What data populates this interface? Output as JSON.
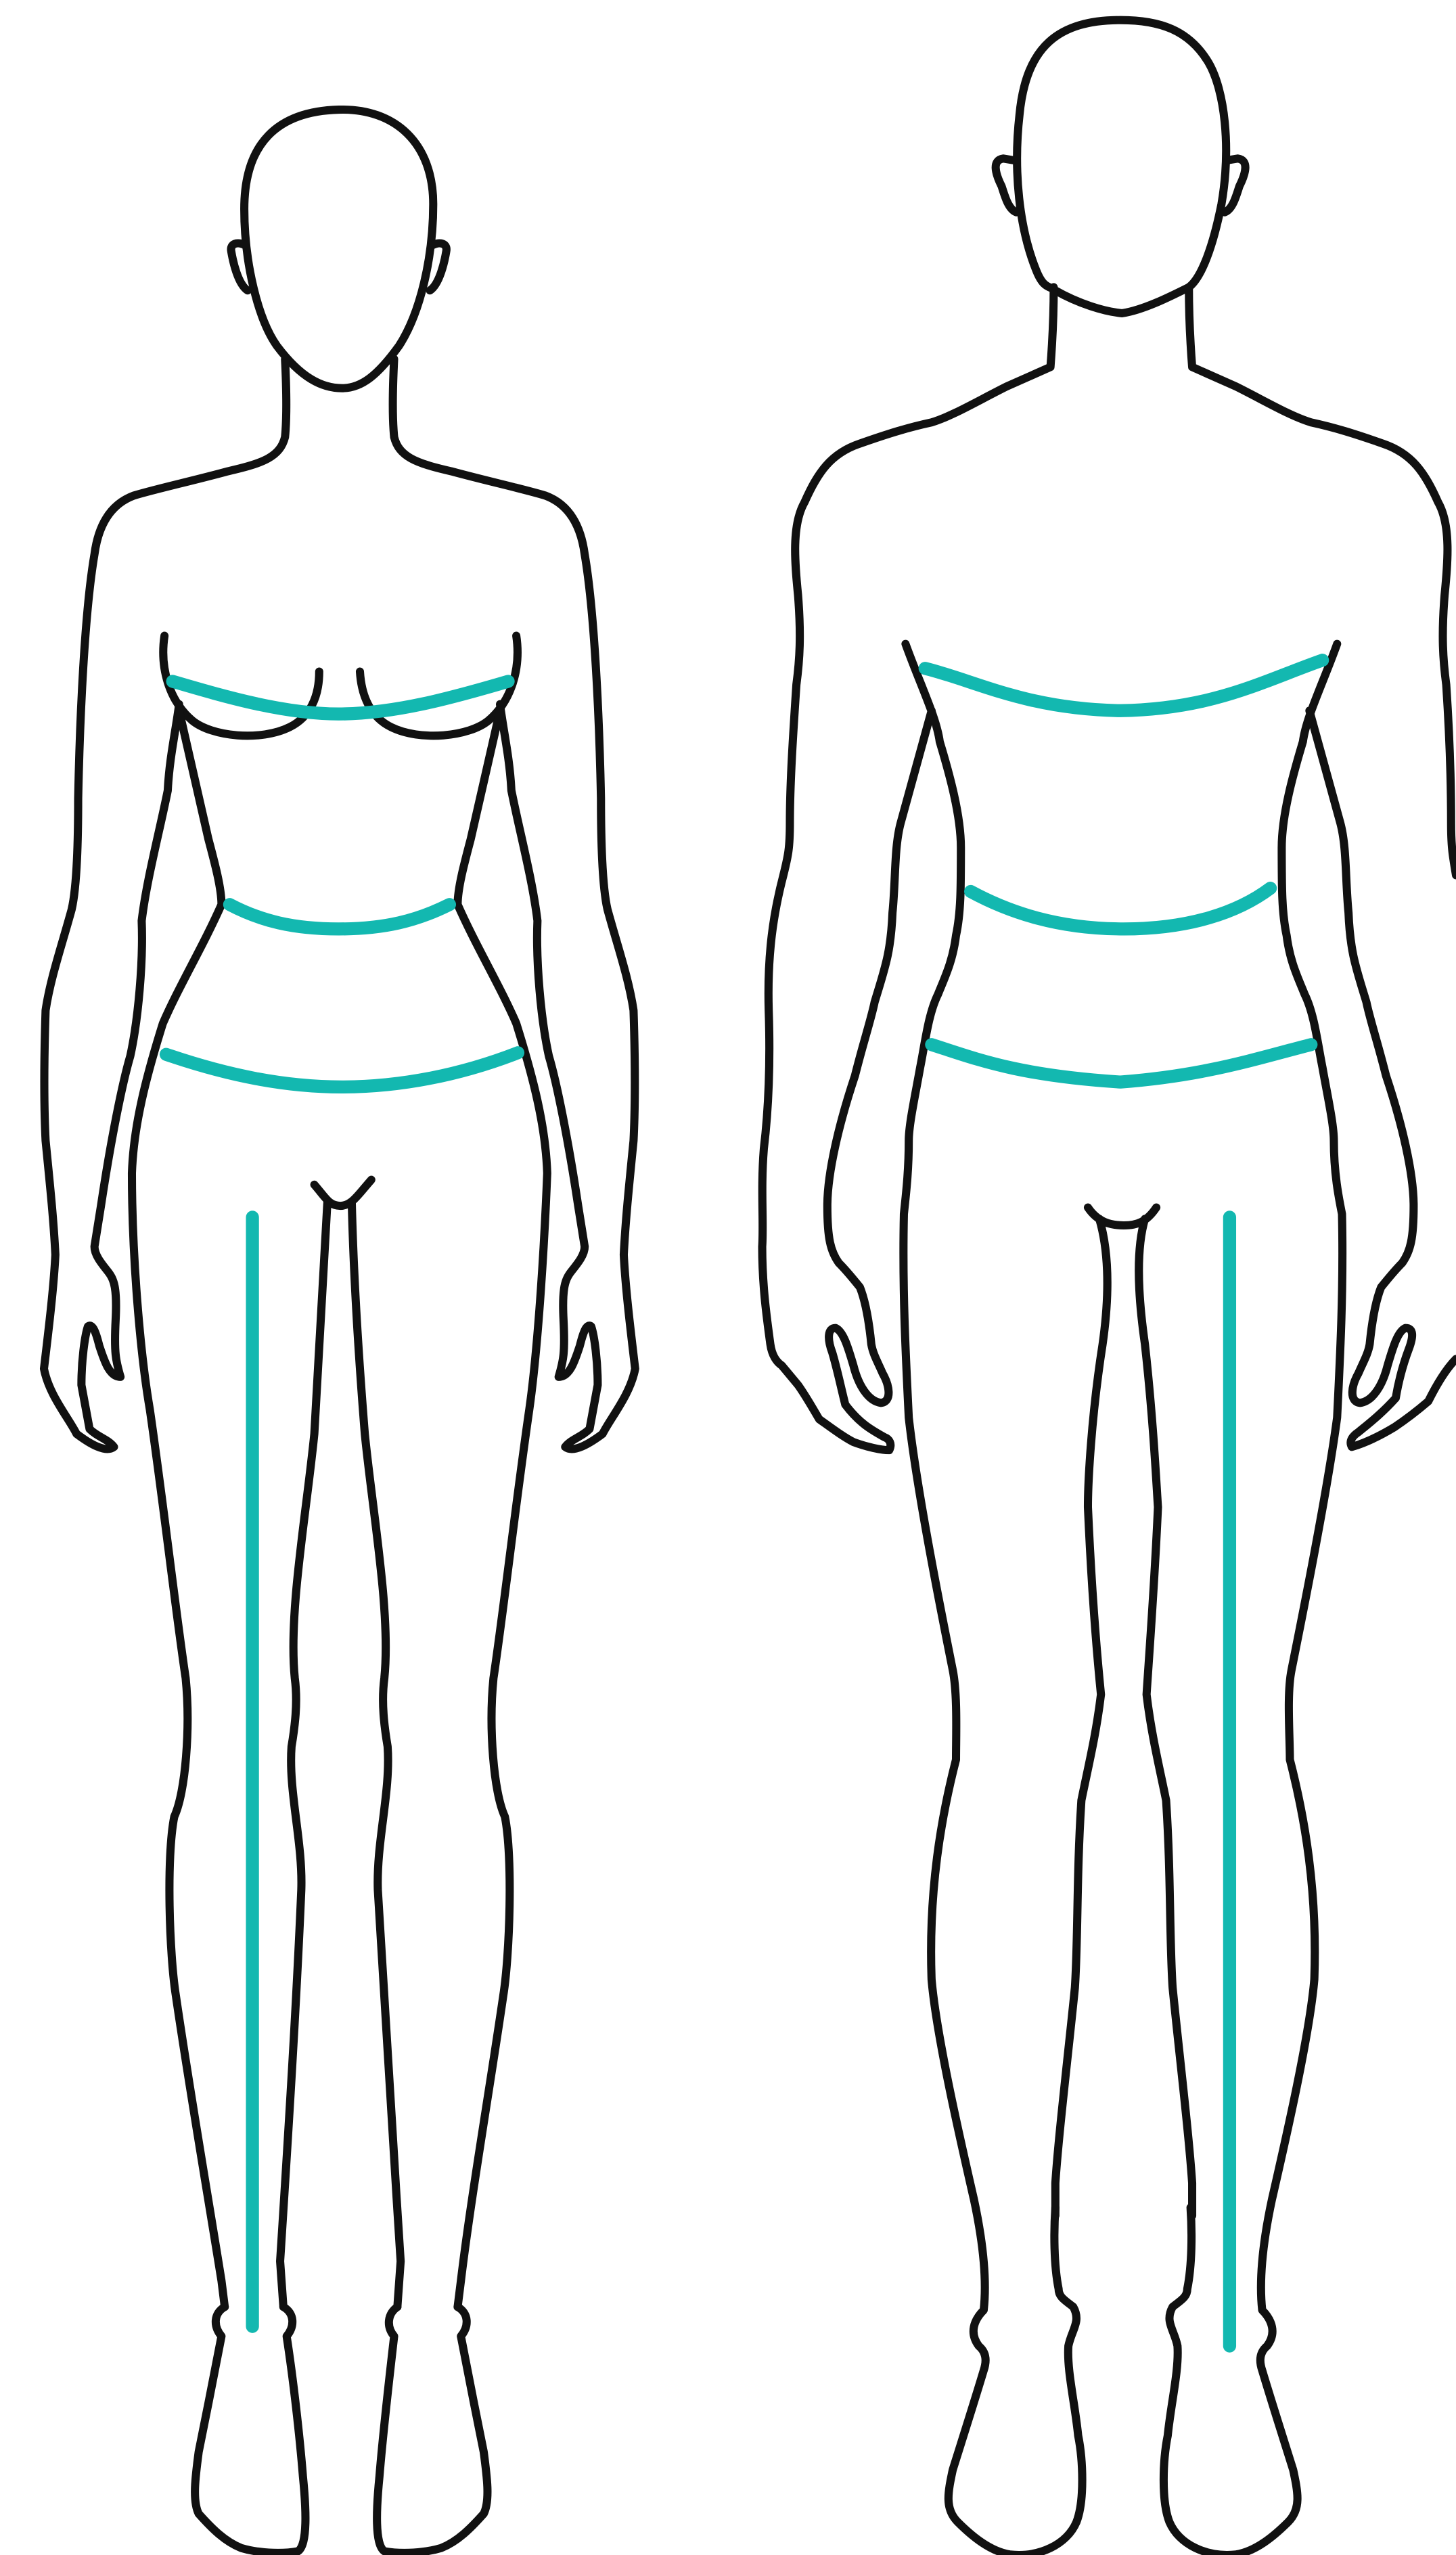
{
  "diagram": {
    "type": "body-measurement-guide",
    "colors": {
      "outline": "#111111",
      "measure": "#13B8B0",
      "background": "#ffffff"
    },
    "figures": [
      {
        "name": "female-figure",
        "measurements": [
          "bust",
          "waist",
          "hips",
          "inseam"
        ]
      },
      {
        "name": "male-figure",
        "measurements": [
          "chest",
          "waist",
          "hips",
          "inseam"
        ]
      }
    ]
  }
}
